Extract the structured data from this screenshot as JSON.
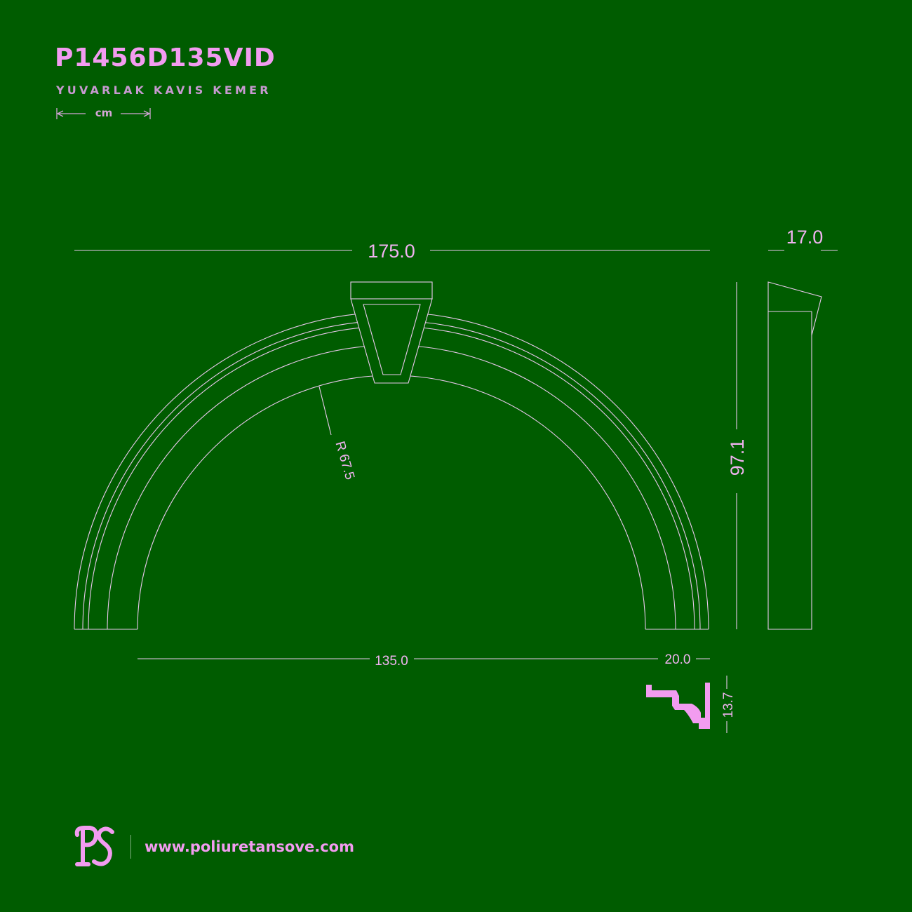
{
  "header": {
    "product_code": "P1456D135VID",
    "product_name": "YUVARLAK KAVIS KEMER",
    "unit": "cm"
  },
  "dimensions": {
    "overall_width": "175.0",
    "depth": "17.0",
    "height": "97.1",
    "inner_radius": "R 67.5",
    "inner_width": "135.0",
    "profile_width": "20.0",
    "profile_height": "13.7"
  },
  "footer": {
    "logo_text": "PS",
    "website": "www.poliuretansove.com"
  },
  "colors": {
    "background": "#005c00",
    "accent": "#f29cf0",
    "line": "#e9c8ec"
  }
}
